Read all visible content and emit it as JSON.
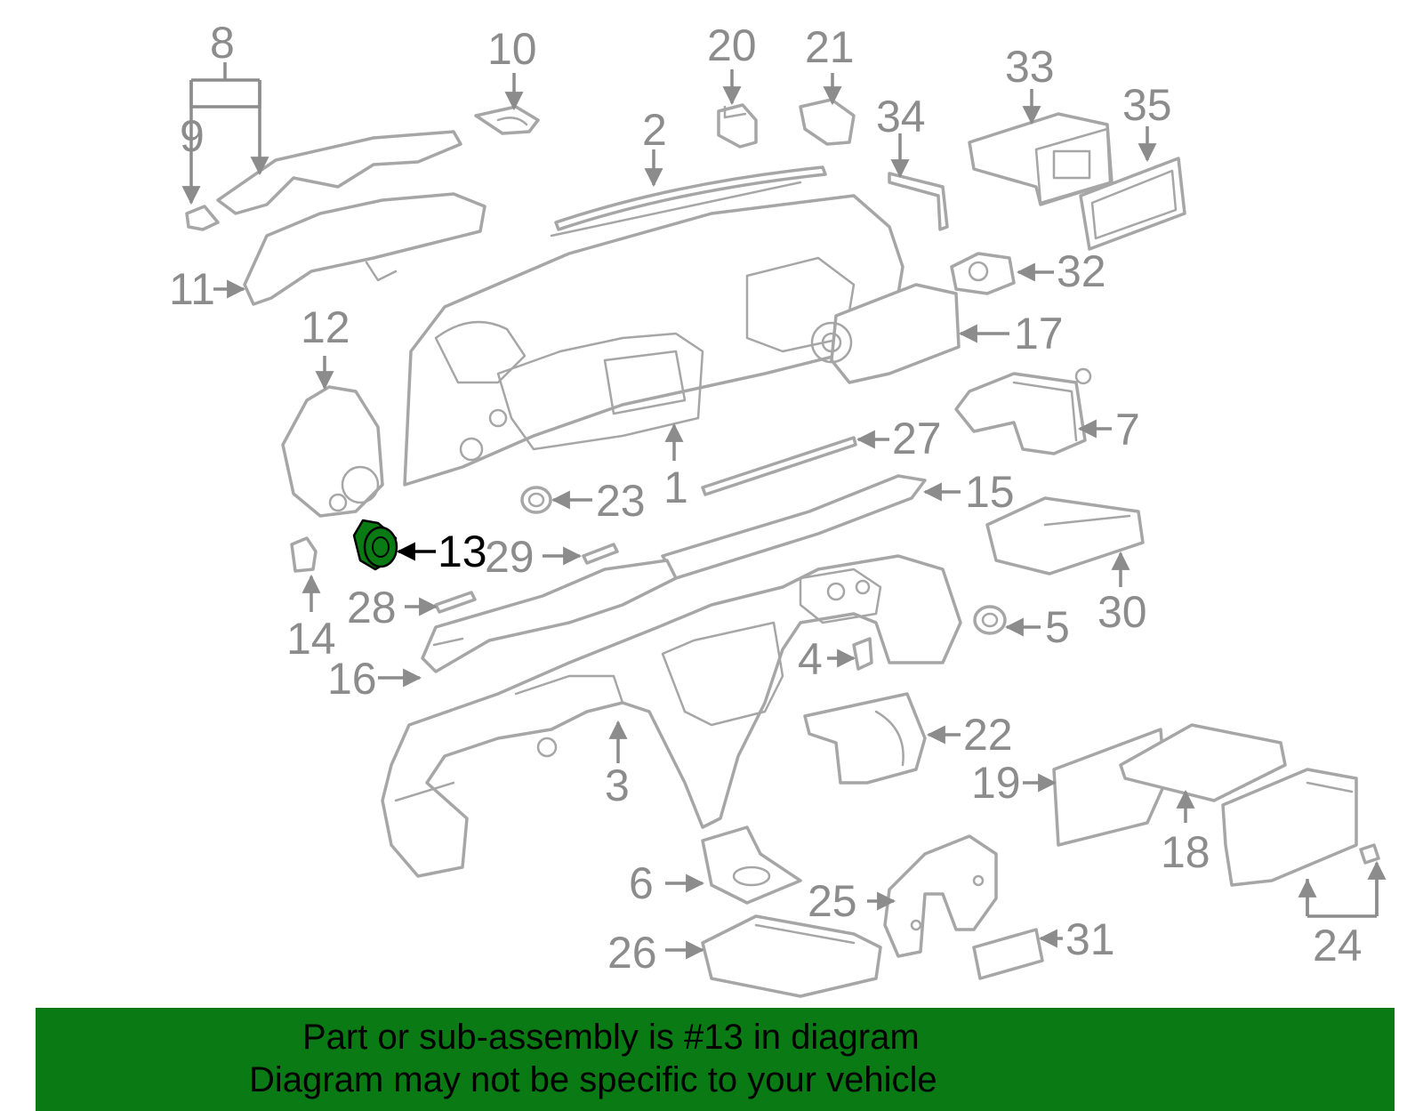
{
  "diagram": {
    "labels": [
      "1",
      "2",
      "3",
      "4",
      "5",
      "6",
      "7",
      "8",
      "9",
      "10",
      "11",
      "12",
      "13",
      "14",
      "15",
      "16",
      "17",
      "18",
      "19",
      "20",
      "21",
      "22",
      "23",
      "24",
      "25",
      "26",
      "27",
      "28",
      "29",
      "30",
      "31",
      "32",
      "33",
      "34",
      "35"
    ],
    "highlighted_label": "13",
    "colors": {
      "highlight_part": "#0a7a14",
      "line_art": "#a6a6a6",
      "label_text": "#8c8c8c",
      "banner_bg": "#0a7a14"
    }
  },
  "banner": {
    "line1": "Part or sub-assembly is #13 in diagram",
    "line2": "Diagram may not be specific to your vehicle"
  }
}
